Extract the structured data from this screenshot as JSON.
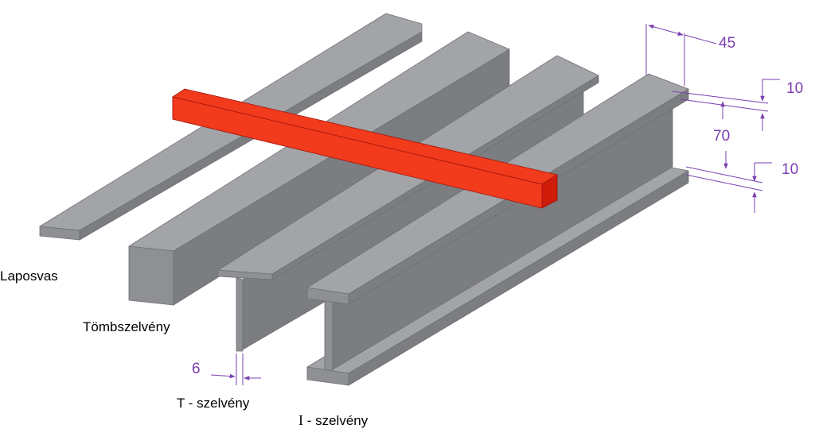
{
  "colors": {
    "steel_top": "#a2a4a7",
    "steel_side": "#8e9094",
    "steel_dark": "#7b7d81",
    "red_top": "#f23a1c",
    "red_side": "#cf1c0b",
    "dimension": "#7a3fb0"
  },
  "labels": {
    "flat_bar": "Laposvas",
    "block_section": "Tömbszelvény",
    "t_section": "T - szelvény",
    "i_section_letter": "I",
    "i_section_text": " - szelvény"
  },
  "dimensions": {
    "flange_width": "45",
    "top_flange_thickness": "10",
    "web_height": "70",
    "bottom_flange_thickness": "10",
    "web_thickness": "6"
  }
}
